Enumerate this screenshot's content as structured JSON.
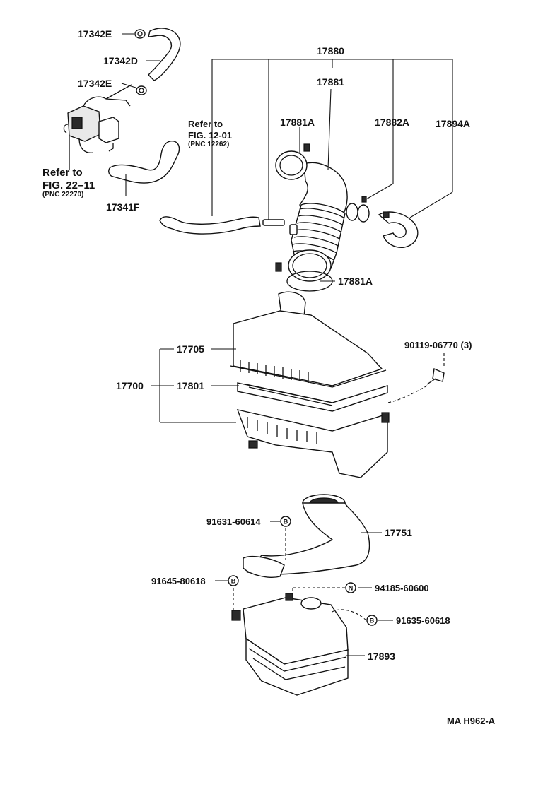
{
  "labels": {
    "p17342E_a": "17342E",
    "p17342D": "17342D",
    "p17342E_b": "17342E",
    "refer_fig22_line1": "Refer to",
    "refer_fig22_line2": "FIG. 22–11",
    "refer_fig22_pnc": "(PNC 22270)",
    "p17341F": "17341F",
    "p17880": "17880",
    "p17881": "17881",
    "refer_fig12_line1": "Refer  to",
    "refer_fig12_line2": "FIG. 12-01",
    "refer_fig12_pnc": "(PNC  12262)",
    "p17881A_top": "17881A",
    "p17882A": "17882A",
    "p17894A": "17894A",
    "p17881A_bottom": "17881A",
    "p17705": "17705",
    "p17700": "17700",
    "p17801": "17801",
    "p90119": "90119-06770 (3)",
    "p91631": "91631-60614",
    "p17751": "17751",
    "p91645": "91645-80618",
    "p94185": "94185-60600",
    "p91635": "91635-60618",
    "p17893": "17893",
    "footer_code": "MA  H962-A"
  },
  "badges": {
    "b91631": "B",
    "b91645": "B",
    "n94185": "N",
    "b91635": "B"
  },
  "colors": {
    "ink": "#111111",
    "background": "#ffffff"
  }
}
